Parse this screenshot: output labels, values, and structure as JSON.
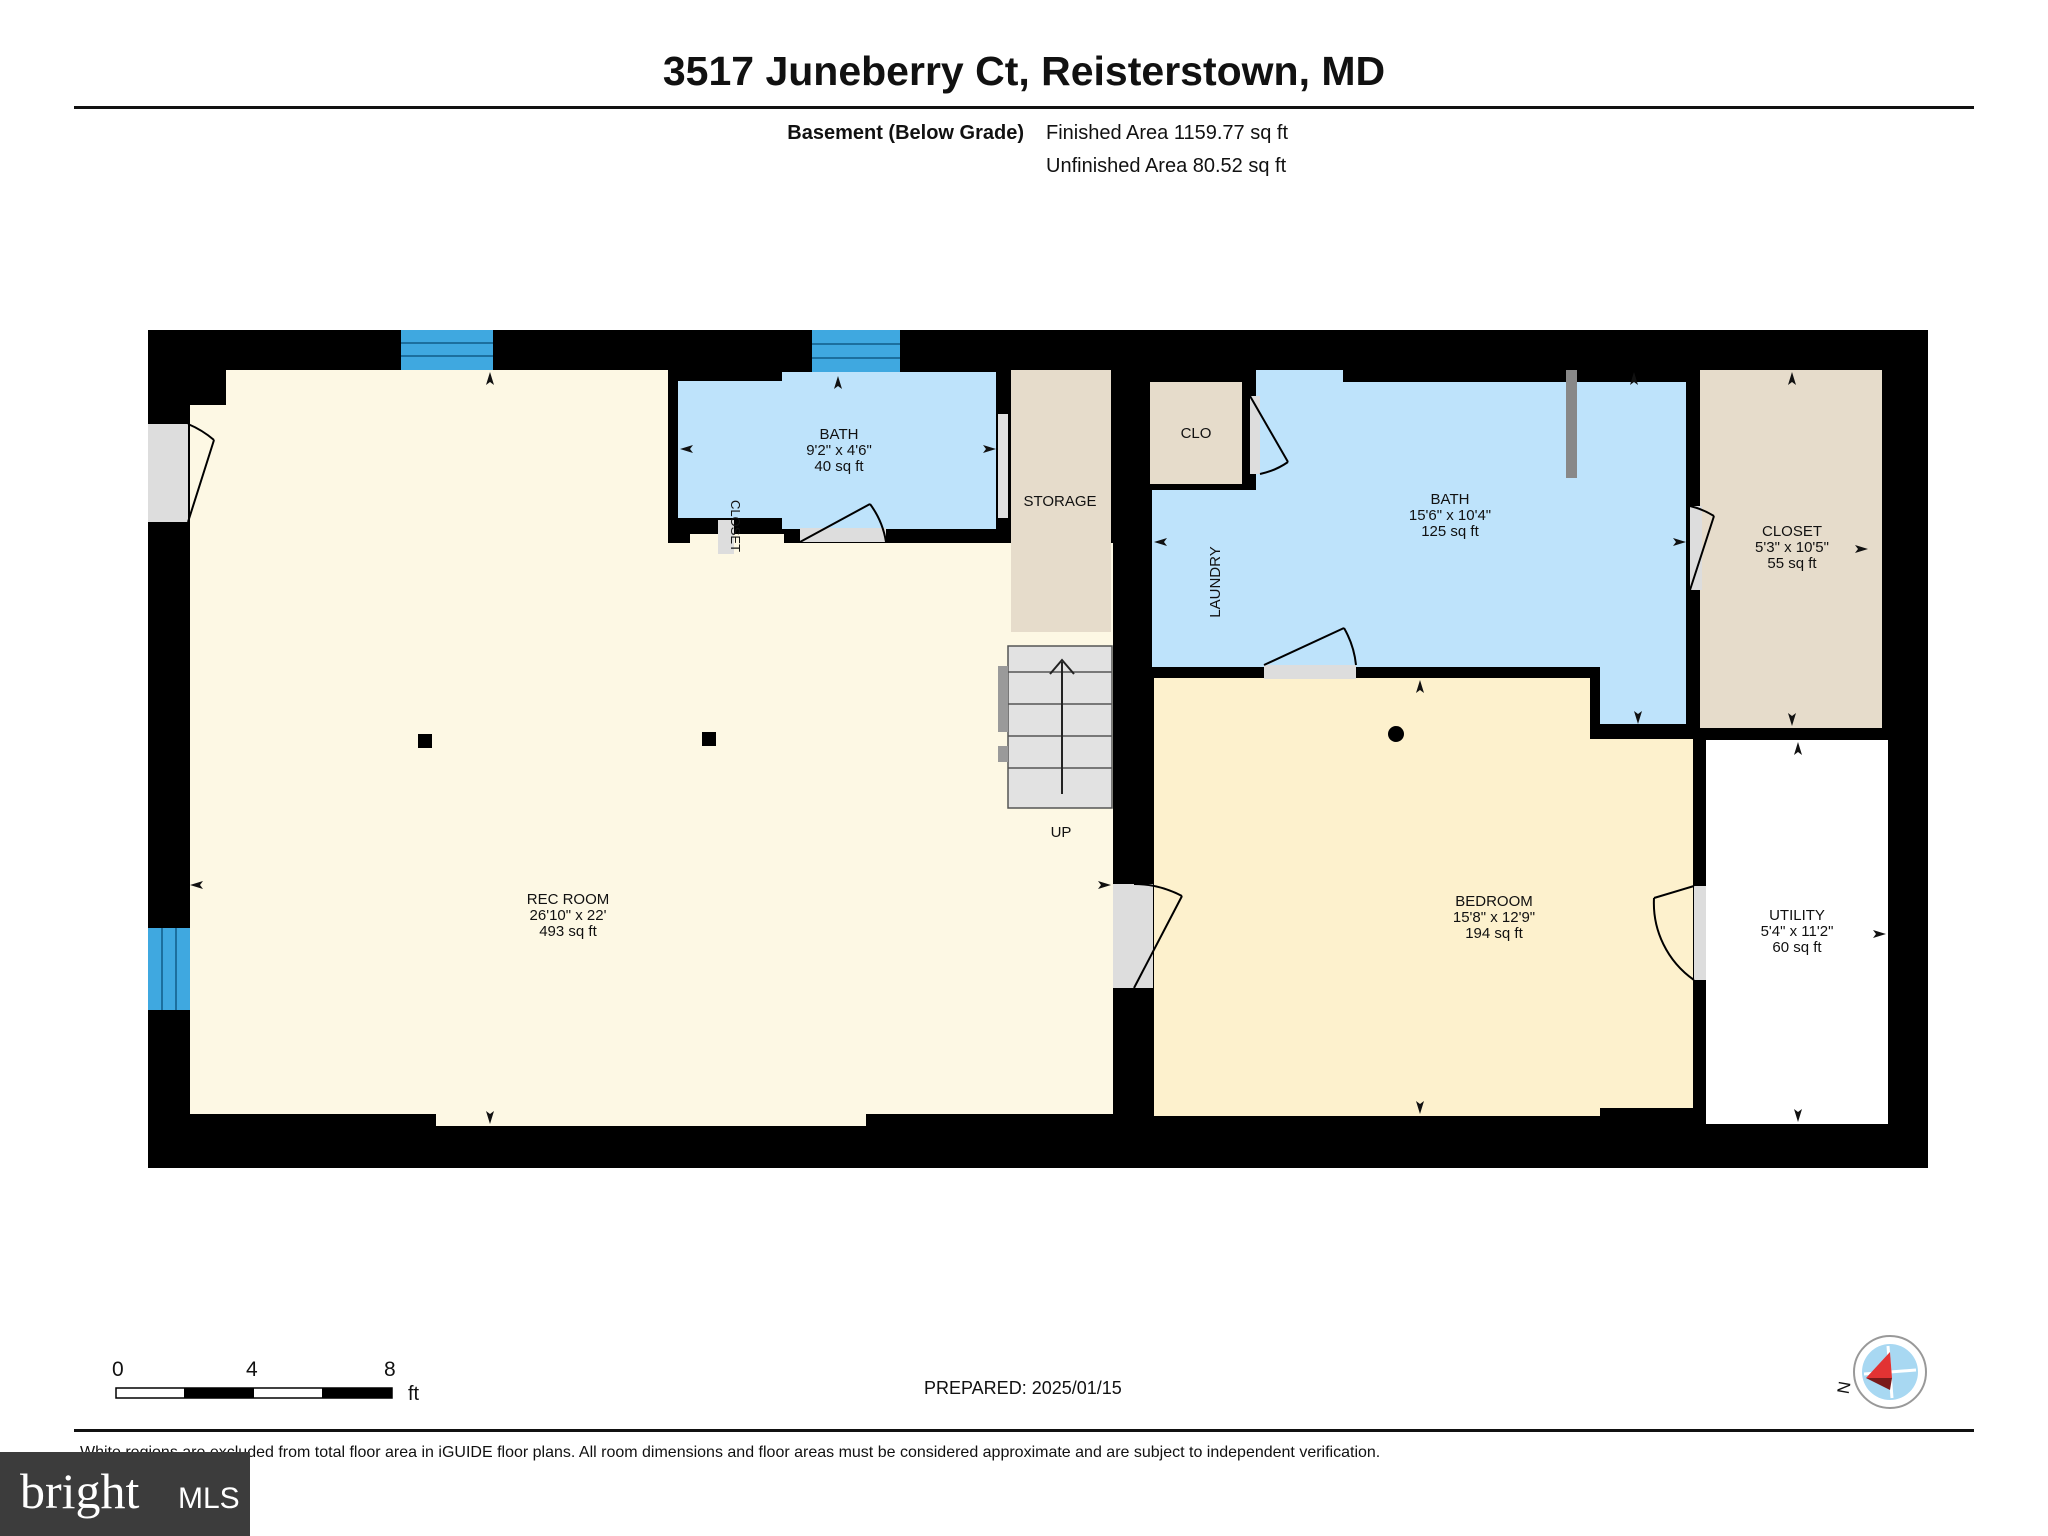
{
  "header": {
    "address": "3517 Juneberry Ct, Reisterstown, MD",
    "level_name": "Basement (Below Grade)",
    "finished_area": "Finished Area 1159.77 sq ft",
    "unfinished_area": "Unfinished Area 80.52 sq ft"
  },
  "rooms": {
    "rec_room": {
      "name": "REC ROOM",
      "dims": "26'10\" x 22'",
      "area": "493 sq ft"
    },
    "bath_small": {
      "name": "BATH",
      "dims": "9'2\" x 4'6\"",
      "area": "40 sq ft"
    },
    "closet_small": {
      "name": "CLOSET"
    },
    "storage": {
      "name": "STORAGE"
    },
    "stairs": {
      "label": "UP"
    },
    "clo": {
      "name": "CLO"
    },
    "bath_large": {
      "name": "BATH",
      "dims": "15'6\" x 10'4\"",
      "area": "125 sq ft"
    },
    "laundry": {
      "name": "LAUNDRY"
    },
    "closet_large": {
      "name": "CLOSET",
      "dims": "5'3\" x 10'5\"",
      "area": "55 sq ft"
    },
    "bedroom": {
      "name": "BEDROOM",
      "dims": "15'8\" x 12'9\"",
      "area": "194 sq ft"
    },
    "utility": {
      "name": "UTILITY",
      "dims": "5'4\" x 11'2\"",
      "area": "60 sq ft"
    }
  },
  "scale": {
    "ticks": [
      "0",
      "4",
      "8"
    ],
    "unit": "ft"
  },
  "compass": {
    "label": "N"
  },
  "footer": {
    "prepared": "PREPARED: 2025/01/15",
    "disclaimer": "White regions are excluded from total floor area in iGUIDE floor plans. All room dimensions and floor areas must be considered approximate and are subject to independent verification."
  },
  "logo": {
    "brand": "bright",
    "suffix": "MLS"
  },
  "colors": {
    "wall": "#000000",
    "rec_room": "#fdf8e4",
    "bath": "#bee3fb",
    "storage": "#e6dccb",
    "bedroom": "#fdf1cd",
    "utility": "#ffffff",
    "window": "#3fa8e0",
    "door": "#dddddd"
  }
}
